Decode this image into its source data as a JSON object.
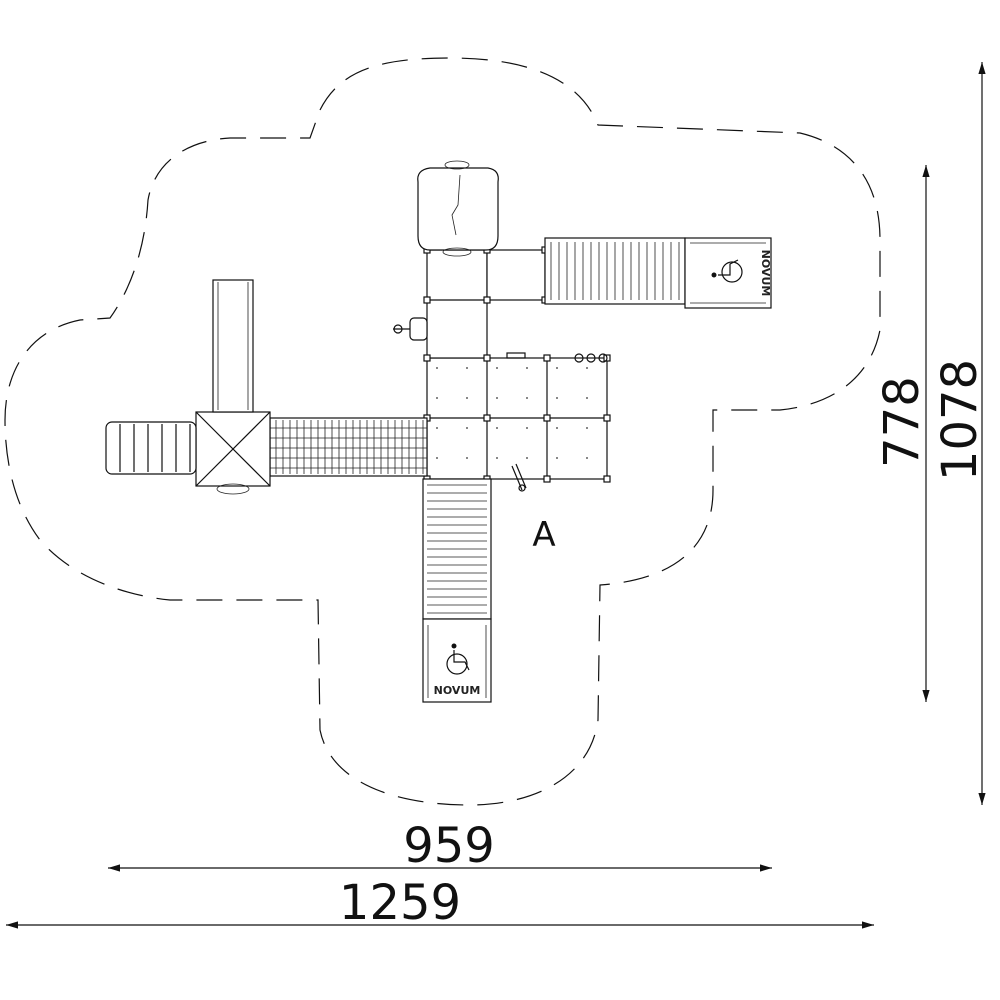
{
  "dimensions": {
    "width_inner": "959",
    "width_outer": "1259",
    "height_inner": "778",
    "height_outer": "1078"
  },
  "zone_label": "A",
  "ramps": [
    {
      "brand": "NOVUM",
      "symbol": "wheelchair-icon"
    },
    {
      "brand": "NOVUM",
      "symbol": "wheelchair-icon"
    }
  ],
  "colors": {
    "line": "#111111",
    "background": "#ffffff"
  }
}
